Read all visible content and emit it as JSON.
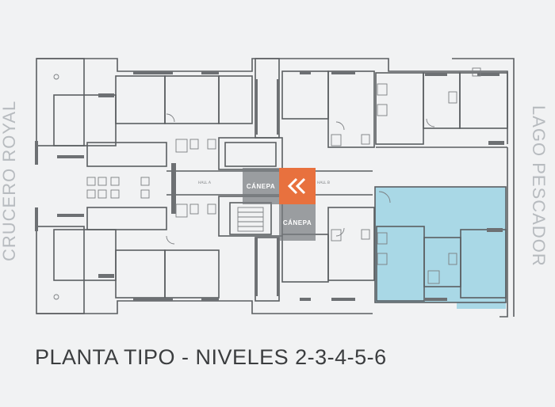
{
  "title": "PLANTA TIPO - NIVELES 2-3-4-5-6",
  "street_right": "LAGO PESCADOR",
  "street_left": "CRUCERO ROYAL",
  "watermark": {
    "brand": "CÁNEPA"
  },
  "room_labels": {
    "hall_a": "HALL A",
    "hall_b": "HALL B"
  },
  "colors": {
    "highlight_unit": "#a9d8e6",
    "walls": "#5b5e61",
    "brand_orange": "#e8713e"
  }
}
